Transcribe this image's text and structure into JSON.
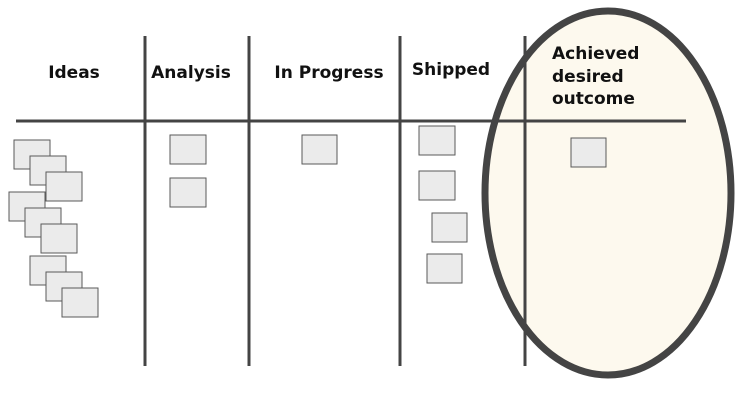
{
  "colors": {
    "line": "#444444",
    "card_fill": "#ebebeb",
    "card_border": "#5a5a5a",
    "highlight_fill": "#fdf9ee",
    "highlight_stroke": "#444444"
  },
  "columns": [
    {
      "id": "ideas",
      "label": "Ideas",
      "card_count": 9
    },
    {
      "id": "analysis",
      "label": "Analysis",
      "card_count": 2
    },
    {
      "id": "in-progress",
      "label": "In Progress",
      "card_count": 1
    },
    {
      "id": "shipped",
      "label": "Shipped",
      "card_count": 4
    },
    {
      "id": "achieved",
      "label_lines": [
        "Achieved",
        "desired",
        "outcome"
      ],
      "card_count": 1,
      "highlighted": true
    }
  ]
}
